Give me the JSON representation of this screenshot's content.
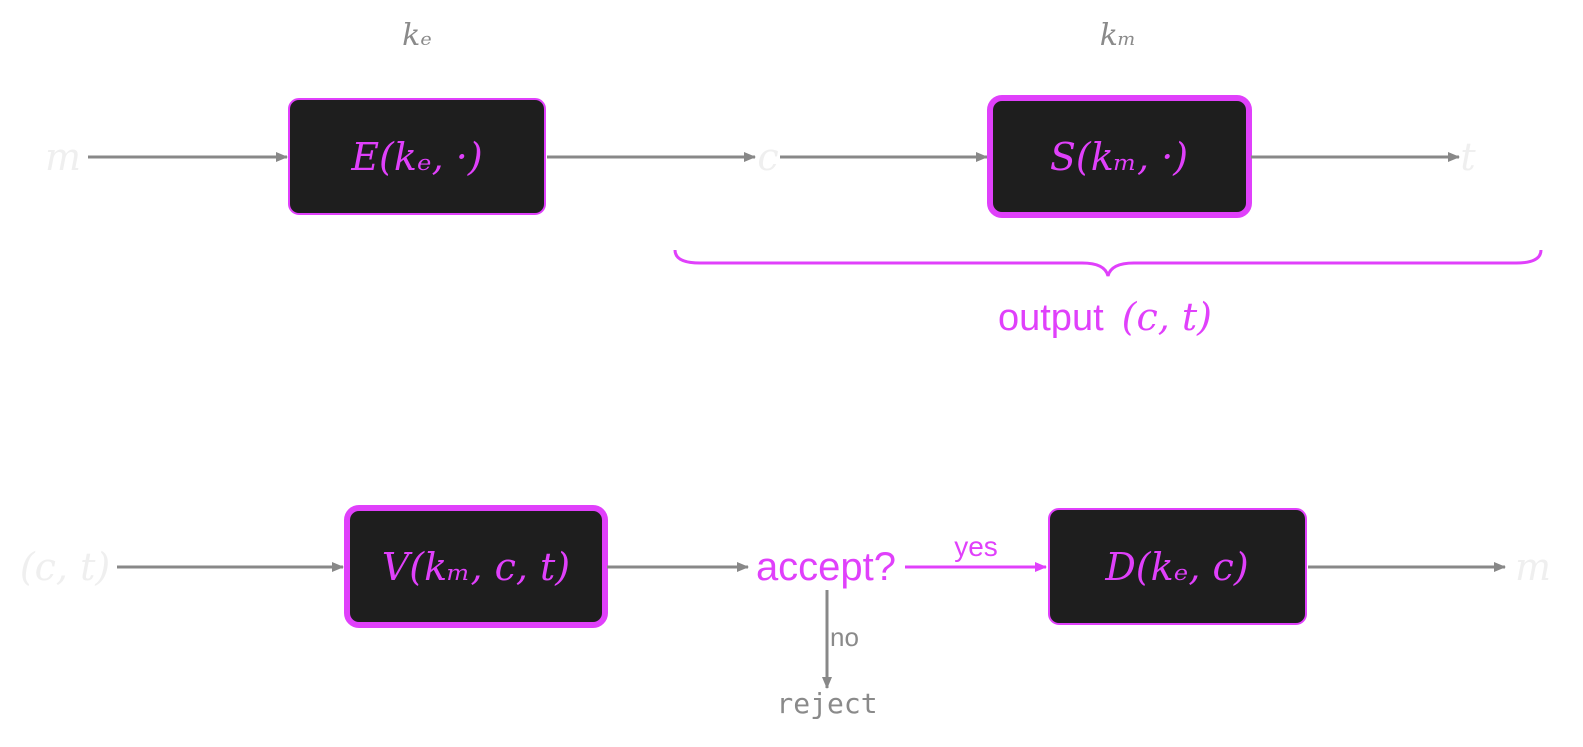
{
  "colors": {
    "accent": "#e040fb",
    "arrow": "#888888",
    "box_fill": "#1e1e1e",
    "faint": "#efefef",
    "key": "#8a8a8a"
  },
  "top_row": {
    "key_e": "kₑ",
    "key_m": "kₘ",
    "input_m": "m",
    "encrypt_box": "E(kₑ, ·)",
    "ciphertext": "c",
    "mac_box": "S(kₘ, ·)",
    "tag": "t",
    "output_prefix": "output",
    "output_value": "(c, t)"
  },
  "bottom_row": {
    "input_ct": "(c, t)",
    "verify_box": "V(kₘ, c, t)",
    "decision": "accept?",
    "yes_label": "yes",
    "no_label": "no",
    "reject": "reject",
    "decrypt_box": "D(kₑ, c)",
    "output_m": "m"
  }
}
